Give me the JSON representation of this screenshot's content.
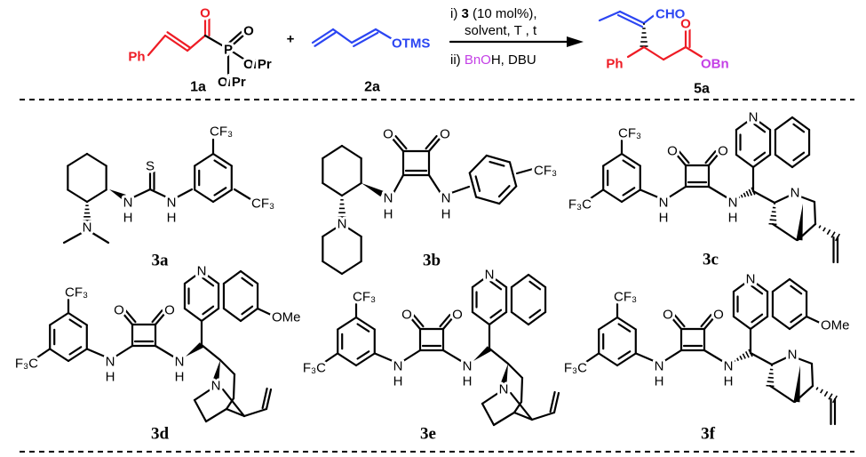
{
  "reaction": {
    "reactant1": {
      "ph": "Ph",
      "o": "O",
      "p": "P",
      "o2": "O",
      "oipr_a": {
        "o": "O",
        "i": "i",
        "pr": "Pr"
      },
      "oipr_b": {
        "o": "O",
        "i": "i",
        "pr": "Pr"
      },
      "label": "1a"
    },
    "plus": "+",
    "reactant2": {
      "otms": "OTMS",
      "label": "2a"
    },
    "conditions": {
      "step1_prefix": "i) ",
      "catalyst": "3",
      "step1_suffix": "  (10 mol%),",
      "line2": "solvent, T , t",
      "step2_prefix": "ii) ",
      "reagent_bno": "BnO",
      "reagent_rest": "H, DBU"
    },
    "product": {
      "cho": "CHO",
      "ph": "Ph",
      "o": "O",
      "obn": "OBn",
      "label": "5a"
    }
  },
  "atoms": {
    "cf3": "CF₃",
    "f3c": "F₃C",
    "n": "N",
    "h": "H",
    "o": "O",
    "s": "S",
    "ome": "OMe"
  },
  "catalysts": [
    {
      "label": "3a"
    },
    {
      "label": "3b"
    },
    {
      "label": "3c"
    },
    {
      "label": "3d"
    },
    {
      "label": "3e"
    },
    {
      "label": "3f"
    }
  ],
  "colors": {
    "red": "#ee1c25",
    "blue": "#2b45f2",
    "purple": "#c440e6",
    "black": "#000000"
  }
}
